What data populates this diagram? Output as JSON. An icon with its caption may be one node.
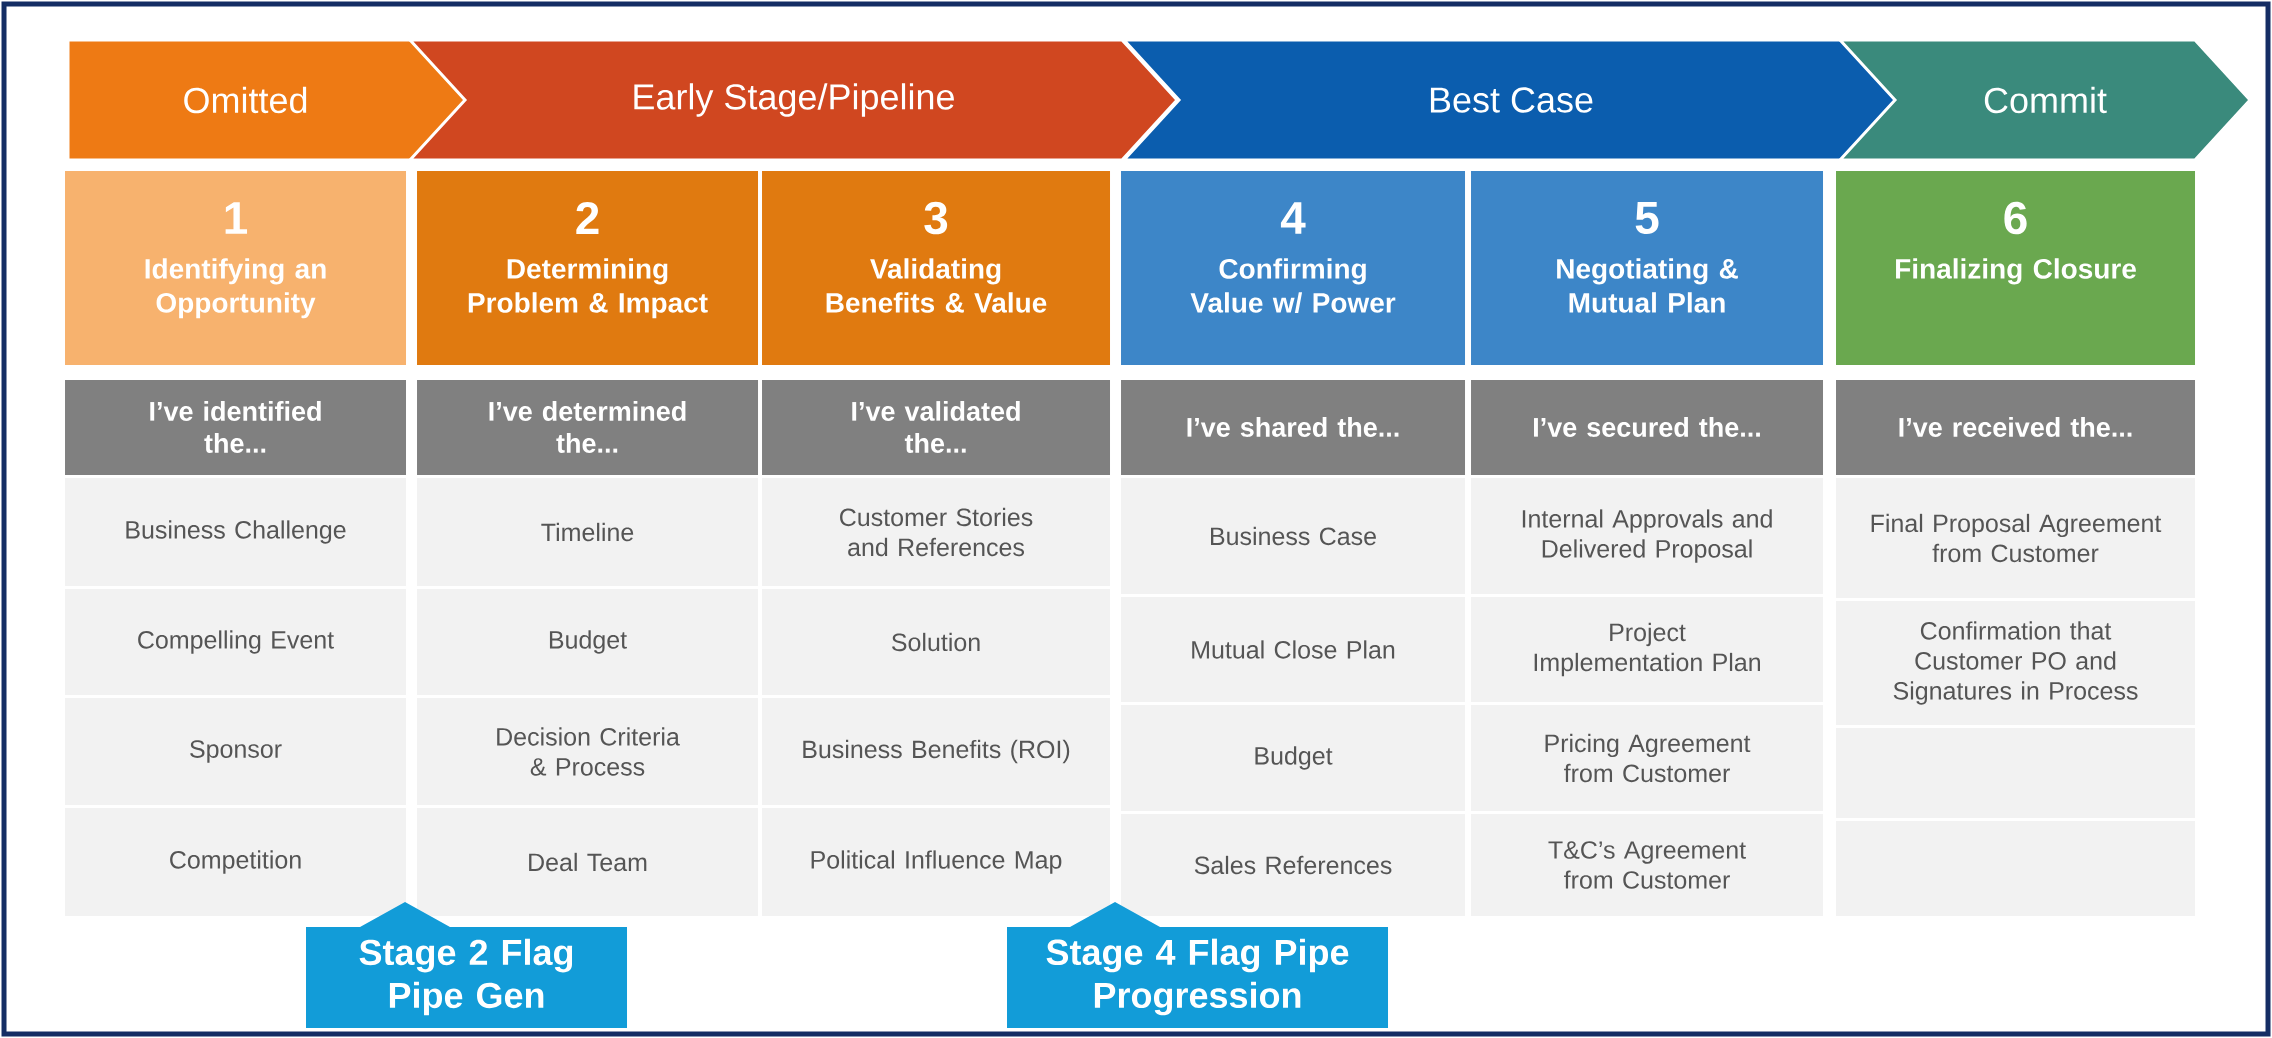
{
  "diagram": {
    "nodes": [
      {
        "text": [
          "Omitted"
        ]
      },
      {
        "text": [
          "Early Stage/Pipeline"
        ]
      },
      {
        "text": [
          "Best Case"
        ]
      },
      {
        "text": [
          "Commit"
        ]
      },
      {
        "text": [
          "1",
          "Identifying an Opportunity"
        ]
      },
      {
        "text": [
          "2",
          "Determining Problem & Impact"
        ]
      },
      {
        "text": [
          "3",
          "Validating Benefits & Value"
        ]
      },
      {
        "text": [
          "4",
          "Confirming Value w/ Power"
        ]
      },
      {
        "text": [
          "5",
          "Negotiating & Mutual Plan"
        ]
      },
      {
        "text": [
          "6",
          "Finalizing Closure"
        ]
      },
      {
        "text": [
          "I’ve identified the..."
        ]
      },
      {
        "text": [
          "I’ve determined the..."
        ]
      },
      {
        "text": [
          "I’ve validated the..."
        ]
      },
      {
        "text": [
          "I’ve shared the..."
        ]
      },
      {
        "text": [
          "I’ve secured the..."
        ]
      },
      {
        "text": [
          "I’ve received the..."
        ]
      },
      {
        "text": [
          "Business Challenge"
        ]
      },
      {
        "text": [
          "Compelling Event"
        ]
      },
      {
        "text": [
          "Sponsor"
        ]
      },
      {
        "text": [
          "Competition"
        ]
      },
      {
        "text": [
          "Timeline"
        ]
      },
      {
        "text": [
          "Budget"
        ]
      },
      {
        "text": [
          "Decision Criteria & Process"
        ]
      },
      {
        "text": [
          "Deal Team"
        ]
      },
      {
        "text": [
          "Customer Stories and References"
        ]
      },
      {
        "text": [
          "Solution"
        ]
      },
      {
        "text": [
          "Business Benefits (ROI)"
        ]
      },
      {
        "text": [
          "Political Influence Map"
        ]
      },
      {
        "text": [
          "Business Case"
        ]
      },
      {
        "text": [
          "Mutual Close Plan"
        ]
      },
      {
        "text": [
          "Budget"
        ]
      },
      {
        "text": [
          "Sales References"
        ]
      },
      {
        "text": [
          "Internal Approvals and Delivered Proposal"
        ]
      },
      {
        "text": [
          "Project Implementation Plan"
        ]
      },
      {
        "text": [
          "Pricing Agreement from Customer"
        ]
      },
      {
        "text": [
          "T&C’s Agreement from Customer"
        ]
      },
      {
        "text": [
          "Final Proposal Agreement from Customer"
        ]
      },
      {
        "text": [
          "Confirmation that Customer PO and Signatures in Process"
        ]
      },
      {
        "text": [],
        "shape": "box"
      },
      {
        "text": [],
        "shape": "box"
      },
      {
        "text": [
          "Stage 2 Flag Pipe Gen"
        ]
      },
      {
        "text": [
          "Stage 4 Flag Pipe Progression"
        ]
      }
    ]
  }
}
